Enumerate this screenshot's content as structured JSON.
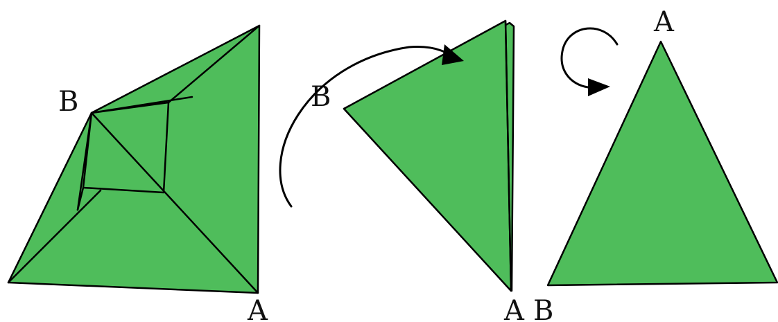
{
  "labels": {
    "step1_top": "B",
    "step1_bottom": "A",
    "step2_left": "B",
    "step2_bottom": "A",
    "step3_bottom": "B",
    "step3_top": "A"
  },
  "colors": {
    "paper": "#4fbd5b",
    "outline": "#000000"
  },
  "icons": {
    "fold_arrow": "curved-arrow-icon",
    "turn_over": "turn-over-arrow-icon"
  }
}
